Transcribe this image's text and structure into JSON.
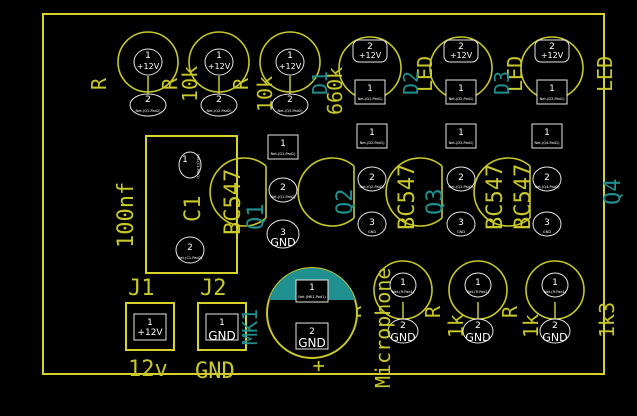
{
  "board": {
    "title": ""
  },
  "resistors": [
    {
      "ref": "R",
      "value": "10k",
      "pad1": "1",
      "net1": "+12V",
      "pad2": "2",
      "net2": "Net-(Q1-Pad2)"
    },
    {
      "ref": "R",
      "value": "10k",
      "pad1": "1",
      "net1": "+12V",
      "pad2": "2",
      "net2": "Net-(Q2-Pad2)"
    },
    {
      "ref": "R",
      "value": "660k",
      "pad1": "1",
      "net1": "+12V",
      "pad2": "2",
      "net2": "Net-(Q3-Pad2)"
    }
  ],
  "leds": [
    {
      "ref": "D1",
      "value": "LED",
      "pad2": "2",
      "net2": "+12V",
      "pad1": "1",
      "net1": "Net-(D1-Pad1)"
    },
    {
      "ref": "D2",
      "value": "LED",
      "pad2": "2",
      "net2": "+12V",
      "pad1": "1",
      "net1": "Net-(D2-Pad1)"
    },
    {
      "ref": "D3",
      "value": "LED",
      "pad2": "2",
      "net2": "+12V",
      "pad1": "1",
      "net1": "Net-(D3-Pad1)"
    }
  ],
  "capacitor": {
    "ref": "C1",
    "value": "100nf",
    "pad1": "1",
    "net1": "Net-(C1-Pad1)",
    "pad2": "2",
    "net2": "Net-(C1-Pad2)"
  },
  "transistors": [
    {
      "ref": "Q1",
      "value": "BC547",
      "pins": [
        {
          "n": "1",
          "net": "Net-(D1-Pad1)"
        },
        {
          "n": "2",
          "net": "Net-(Q1-Pad2)"
        },
        {
          "n": "3",
          "net": "GND"
        }
      ]
    },
    {
      "ref": "Q2",
      "value": "BC547",
      "pins": [
        {
          "n": "1",
          "net": "Net-(D2-Pad1)"
        },
        {
          "n": "2",
          "net": "Net-(Q2-Pad2)"
        },
        {
          "n": "3",
          "net": "GND"
        }
      ]
    },
    {
      "ref": "Q3",
      "value": "BC547",
      "pins": [
        {
          "n": "1",
          "net": "Net-(D3-Pad1)"
        },
        {
          "n": "2",
          "net": "Net-(Q3-Pad2)"
        },
        {
          "n": "3",
          "net": "GND"
        }
      ]
    },
    {
      "ref": "Q4",
      "value": "BC547",
      "pins": [
        {
          "n": "1",
          "net": "Net-(Q4-Pad1)"
        },
        {
          "n": "2",
          "net": "Net-(Q4-Pad2)"
        },
        {
          "n": "3",
          "net": "GND"
        }
      ]
    }
  ],
  "bottom_resistors": [
    {
      "ref": "R",
      "value": "1k",
      "pad1": "1",
      "net1": "Net-(R-Pad1)",
      "pad2": "2",
      "net2": "GND"
    },
    {
      "ref": "R",
      "value": "1k",
      "pad1": "1",
      "net1": "Net-(R-Pad1)",
      "pad2": "2",
      "net2": "GND"
    },
    {
      "ref": "R",
      "value": "1k3",
      "pad1": "1",
      "net1": "Net-(R-Pad1)",
      "pad2": "2",
      "net2": "GND"
    }
  ],
  "connectors": [
    {
      "ref": "J1",
      "value": "12v",
      "pad": "1",
      "net": "+12V"
    },
    {
      "ref": "J2",
      "value": "GND",
      "pad": "1",
      "net": "GND"
    }
  ],
  "mic": {
    "ref": "MK1",
    "value": "Microphone",
    "pad1": "1",
    "net1": "Net-(MK1-Pad1)",
    "pad2": "2",
    "net2": "GND"
  }
}
